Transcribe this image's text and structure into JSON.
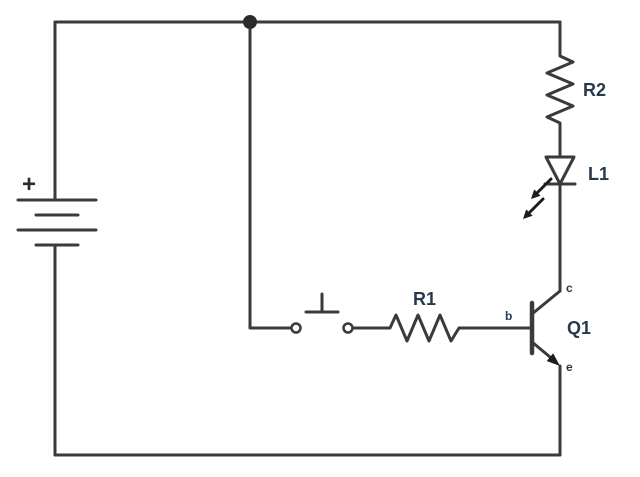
{
  "diagram": {
    "type": "circuit-schematic",
    "background_color": "#ffffff",
    "wire_color": "#3a3a3a",
    "label_color": "#28394e",
    "battery": {
      "polarity": "+"
    },
    "components": {
      "r2": {
        "label": "R2",
        "kind": "resistor"
      },
      "l1": {
        "label": "L1",
        "kind": "led"
      },
      "q1": {
        "label": "Q1",
        "kind": "npn-transistor",
        "pins": {
          "base": "b",
          "collector": "c",
          "emitter": "e"
        }
      },
      "r1": {
        "label": "R1",
        "kind": "resistor"
      },
      "s1": {
        "kind": "pushbutton-switch"
      }
    }
  }
}
